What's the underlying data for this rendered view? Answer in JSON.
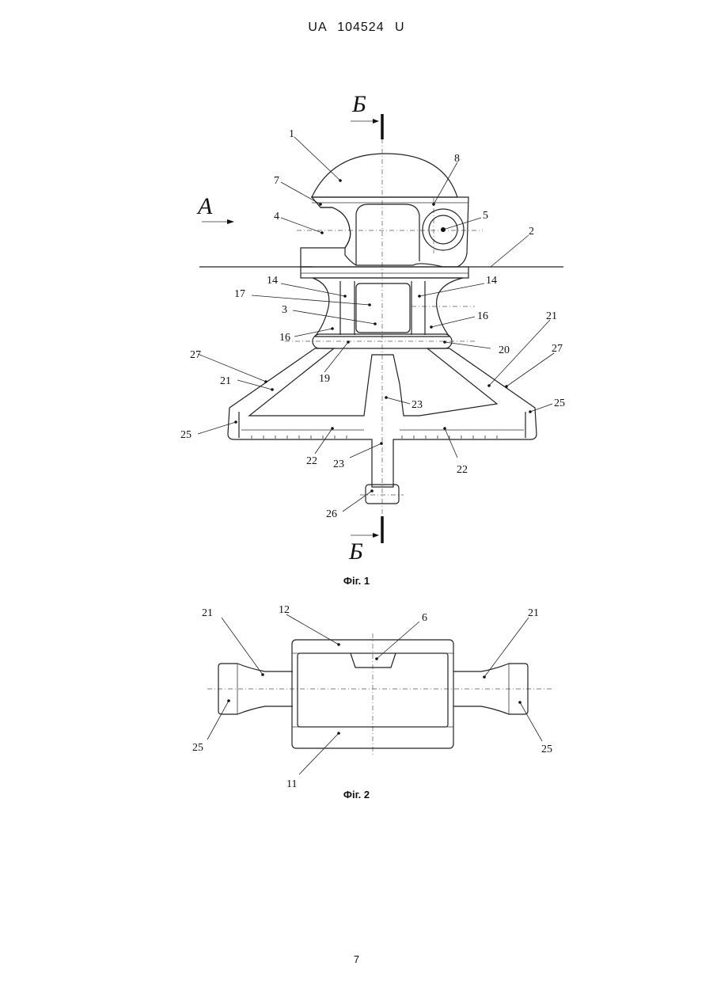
{
  "header": {
    "publication": "UA   104524   U"
  },
  "page_number": "7",
  "fig1": {
    "caption": "Фіг. 1",
    "section_marks": {
      "top": "Б",
      "bottom": "Б",
      "view": "А"
    },
    "refs": {
      "r1": "1",
      "r2": "2",
      "r3": "3",
      "r4": "4",
      "r5": "5",
      "r7": "7",
      "r8": "8",
      "r14a": "14",
      "r14b": "14",
      "r16a": "16",
      "r16b": "16",
      "r17": "17",
      "r19": "19",
      "r20": "20",
      "r21a": "21",
      "r21b": "21",
      "r22a": "22",
      "r22b": "22",
      "r23a": "23",
      "r23b": "23",
      "r25a": "25",
      "r25b": "25",
      "r26": "26",
      "r27a": "27",
      "r27b": "27"
    }
  },
  "fig2": {
    "caption": "Фіг. 2",
    "refs": {
      "r6": "6",
      "r11": "11",
      "r12": "12",
      "r21a": "21",
      "r21b": "21",
      "r25a": "25",
      "r25b": "25"
    }
  }
}
